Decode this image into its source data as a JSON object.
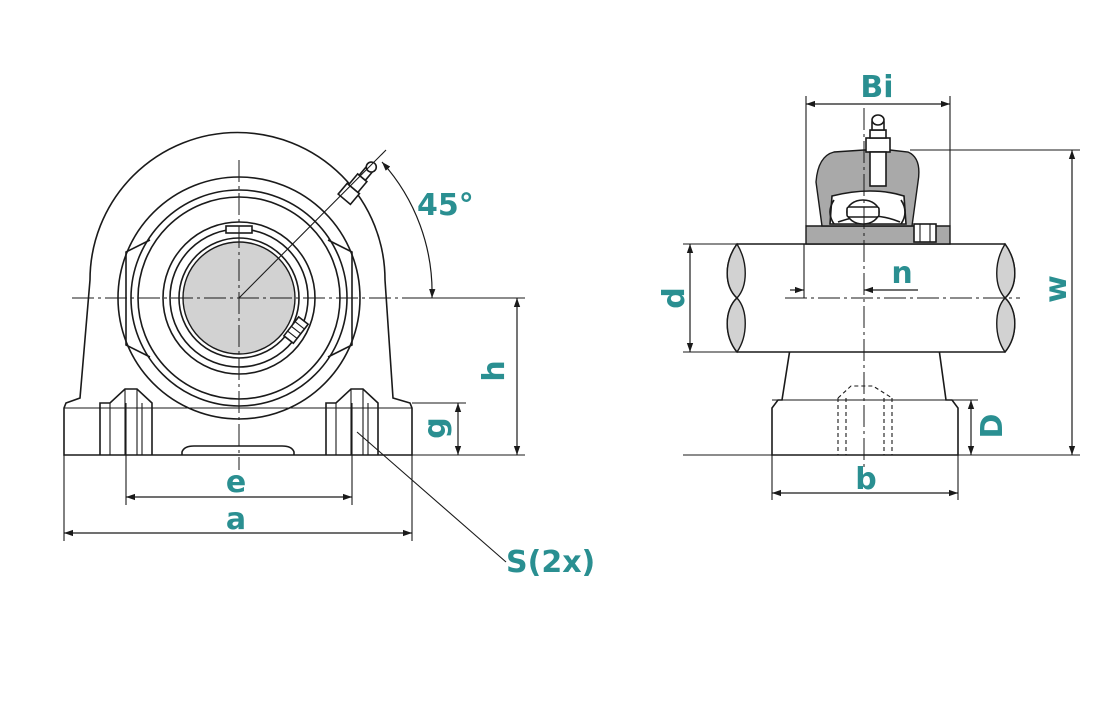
{
  "colors": {
    "label": "#2a8f91",
    "line": "#1a1a1a",
    "shaft": "#d2d2d2",
    "housing": "#a9a9a9"
  },
  "labels": {
    "angle": "45°",
    "h": "h",
    "g": "g",
    "e": "e",
    "a": "a",
    "s": "S(2x)",
    "bi": "Bi",
    "n": "n",
    "d": "d",
    "w": "w",
    "d_upper": "D",
    "b": "b"
  }
}
